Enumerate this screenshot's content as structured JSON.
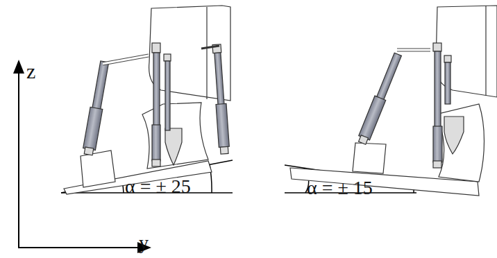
{
  "diagram": {
    "labels": [
      "z",
      "y",
      "α = ± 25",
      "α = ± 15"
    ]
  }
}
